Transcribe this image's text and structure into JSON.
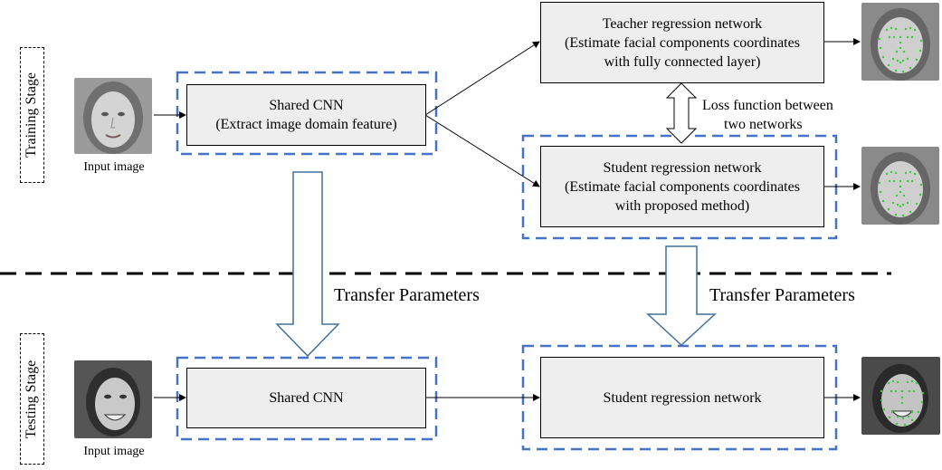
{
  "stages": {
    "training": "Training Stage",
    "testing": "Testing Stage"
  },
  "captions": {
    "input_training": "Input image",
    "input_testing": "Input image"
  },
  "boxes": {
    "shared_cnn_train": {
      "line1": "Shared CNN",
      "line2": "(Extract image domain feature)"
    },
    "teacher": {
      "line1": "Teacher regression network",
      "line2": "(Estimate facial components coordinates",
      "line3": "with fully connected layer)"
    },
    "student_train": {
      "line1": "Student regression network",
      "line2": "(Estimate facial components coordinates",
      "line3": "with proposed method)"
    },
    "shared_cnn_test": {
      "line1": "Shared CNN"
    },
    "student_test": {
      "line1": "Student regression network"
    }
  },
  "loss": {
    "line1": "Loss function between",
    "line2": "two networks"
  },
  "transfer": {
    "left": "Transfer Parameters",
    "right": "Transfer Parameters"
  },
  "colors": {
    "dashed_frame": "#4472c4",
    "box_fill": "#eeeeee",
    "landmark": "#33cc33",
    "divider": "#000000"
  }
}
